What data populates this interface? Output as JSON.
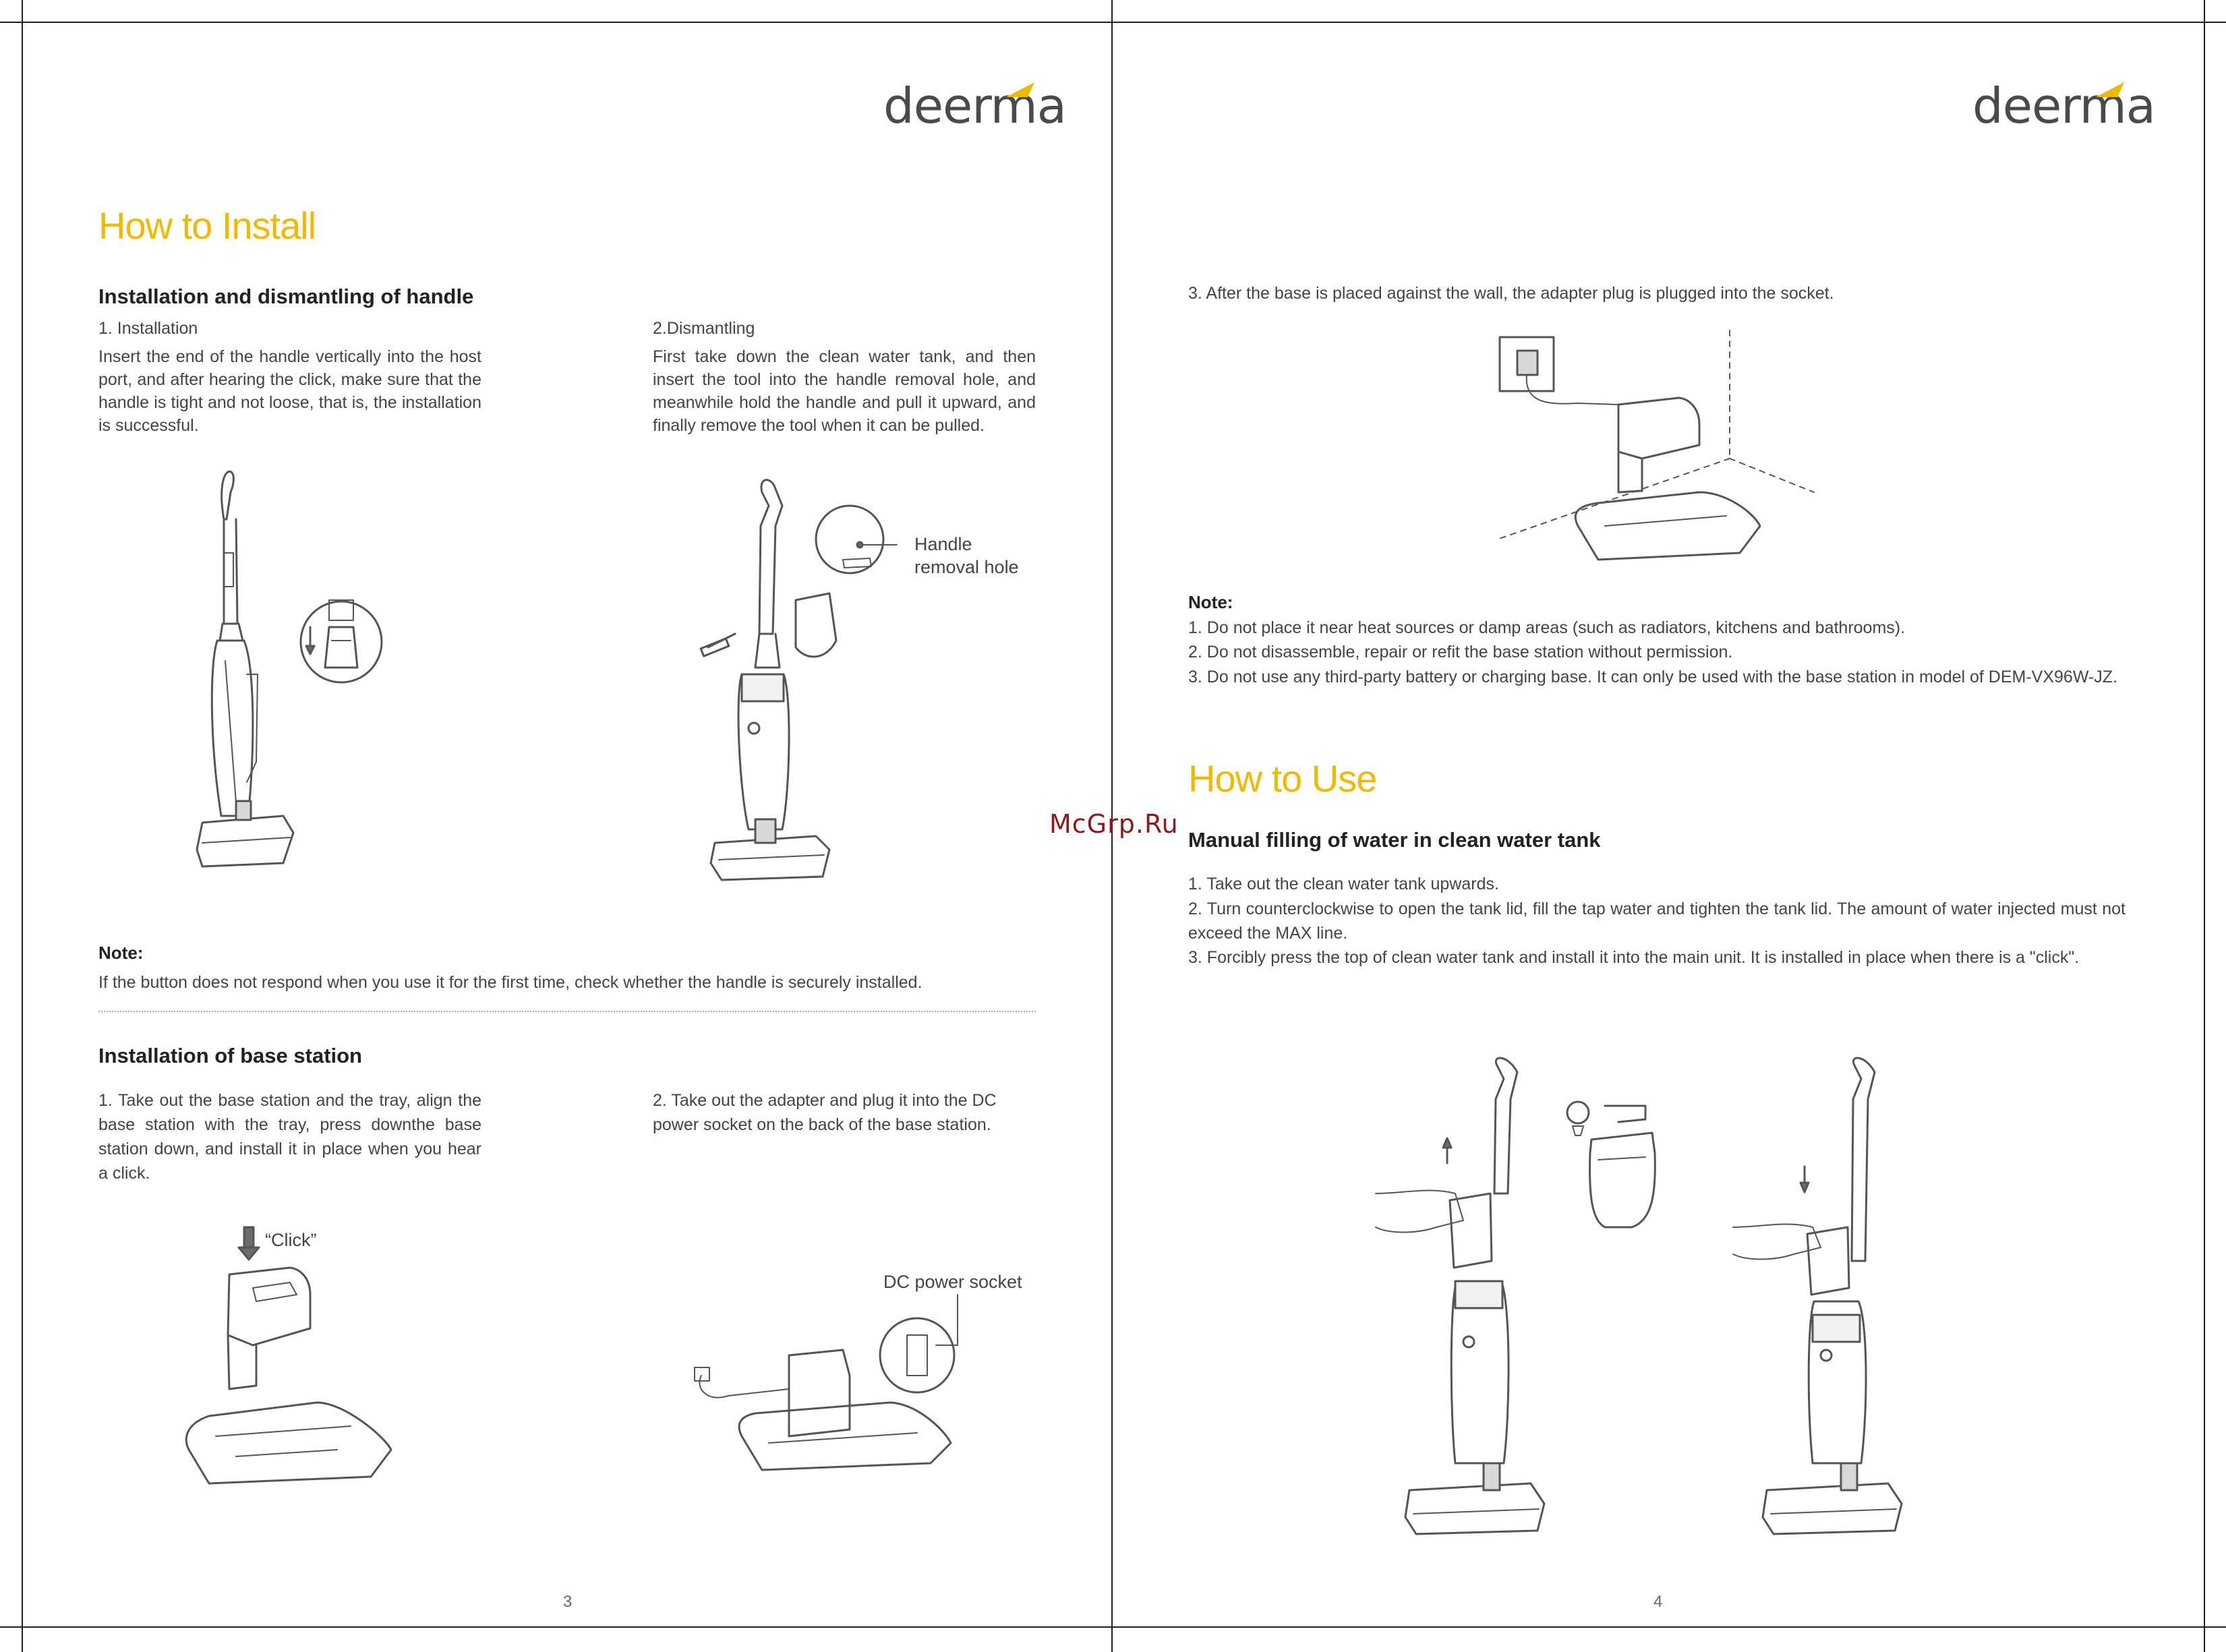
{
  "watermark": "McGrp.Ru",
  "left_page": {
    "logo": "deerma",
    "section_title": "How to Install",
    "handle": {
      "heading": "Installation and dismantling of handle",
      "install_label": "1. Installation",
      "install_text": "Insert the end of the handle vertically into the host port, and after hearing the click, make sure that the handle is tight and not loose, that is, the installation is successful.",
      "dismantle_label": "2.Dismantling",
      "dismantle_text": "First take down the clean water tank, and then insert the tool into the handle removal hole, and meanwhile hold the handle and pull it upward, and finally remove the tool when it can be pulled.",
      "callout": "Handle removal hole"
    },
    "note": {
      "title": "Note:",
      "text": "If the button does not respond when you use it for the first time, check whether the handle is securely installed."
    },
    "base": {
      "heading": "Installation of base station",
      "step1": "1. Take out the base station and the tray, align the base station with the tray, press downthe base station down, and install it in place when you hear a click.",
      "step2": "2. Take out the adapter and plug it into the DC power socket on the back of the base station.",
      "click_label": "“Click”",
      "socket_label": "DC power socket"
    },
    "page_number": "3"
  },
  "right_page": {
    "logo": "deerma",
    "step3": "3. After the base is placed against the wall, the adapter plug is plugged into the socket.",
    "note": {
      "title": "Note:",
      "items": [
        "1. Do not place it near heat sources or damp areas (such as radiators, kitchens and bathrooms).",
        "2. Do not disassemble, repair or refit the base station without permission.",
        "3. Do not use any third-party battery or charging base. It can only be used with the base station in model of DEM-VX96W-JZ."
      ]
    },
    "section_title": "How to Use",
    "water": {
      "heading": "Manual filling of water in clean water tank",
      "items": [
        "1. Take out the clean water tank upwards.",
        "2. Turn counterclockwise to open the tank lid, fill the tap water and tighten the tank lid. The amount of water injected must not exceed the MAX line.",
        "3. Forcibly press the top of clean water tank and install it into the main unit. It is installed in place when there is a \"click\"."
      ]
    },
    "page_number": "4"
  },
  "colors": {
    "accent": "#f3b800",
    "text": "#444444",
    "heading": "#222222"
  },
  "icons": [
    "down-arrow-icon",
    "up-arrow-icon"
  ]
}
